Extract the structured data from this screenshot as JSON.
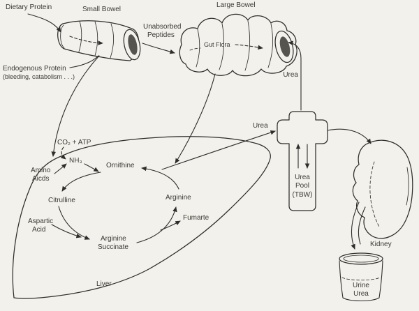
{
  "title": "Protein metabolism and urea cycle diagram",
  "colors": {
    "background": "#f2f1ec",
    "ink": "#2e2d2b",
    "text": "#3a3933",
    "lumen": "#56544f"
  },
  "labels": {
    "dietary_protein": "Dietary Protein",
    "small_bowel": "Small Bowel",
    "large_bowel": "Large Bowel",
    "unabsorbed_line1": "Unabsorbed",
    "unabsorbed_line2": "Peptides",
    "gut_flora": "Gut Flora",
    "endogenous_line1": "Endogenous Protein",
    "endogenous_line2": "(bleeding, catabolism . . .)",
    "urea_to_gut": "Urea",
    "urea_from_liver": "Urea",
    "co2_atp": "CO₂ + ATP",
    "nh3": "NH₃",
    "amino_line1": "Amino",
    "amino_line2": "Aicds",
    "ornithine": "Ornithine",
    "citrulline": "Citrulline",
    "arginine": "Arginine",
    "aspartic_line1": "Aspartic",
    "aspartic_line2": "Acid",
    "arg_succinate_line1": "Arginine",
    "arg_succinate_line2": "Succinate",
    "fumarte": "Fumarte",
    "liver": "Liver",
    "pool_line1": "Urea",
    "pool_line2": "Pool",
    "pool_line3": "(TBW)",
    "kidney": "Kidney",
    "urine_line1": "Urine",
    "urine_line2": "Urea"
  }
}
